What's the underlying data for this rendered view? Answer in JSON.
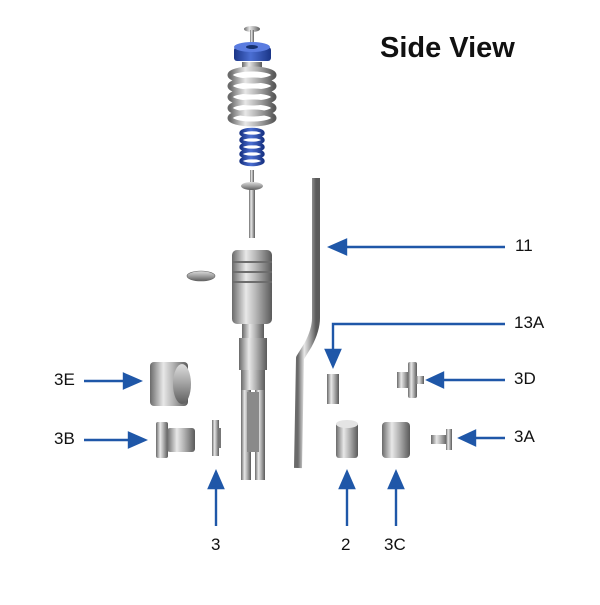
{
  "title": "Side View",
  "colors": {
    "arrow": "#1f57a8",
    "metal_light": "#e4e4e4",
    "metal_mid": "#a9a9a9",
    "metal_dark": "#5c5c5c",
    "spring_blue": "#2c4fb0",
    "text": "#111111"
  },
  "callouts": {
    "p11": "11",
    "p13a": "13A",
    "p3d": "3D",
    "p3a": "3A",
    "p3e": "3E",
    "p3b": "3B",
    "p3": "3",
    "p2": "2",
    "p3c": "3C"
  }
}
